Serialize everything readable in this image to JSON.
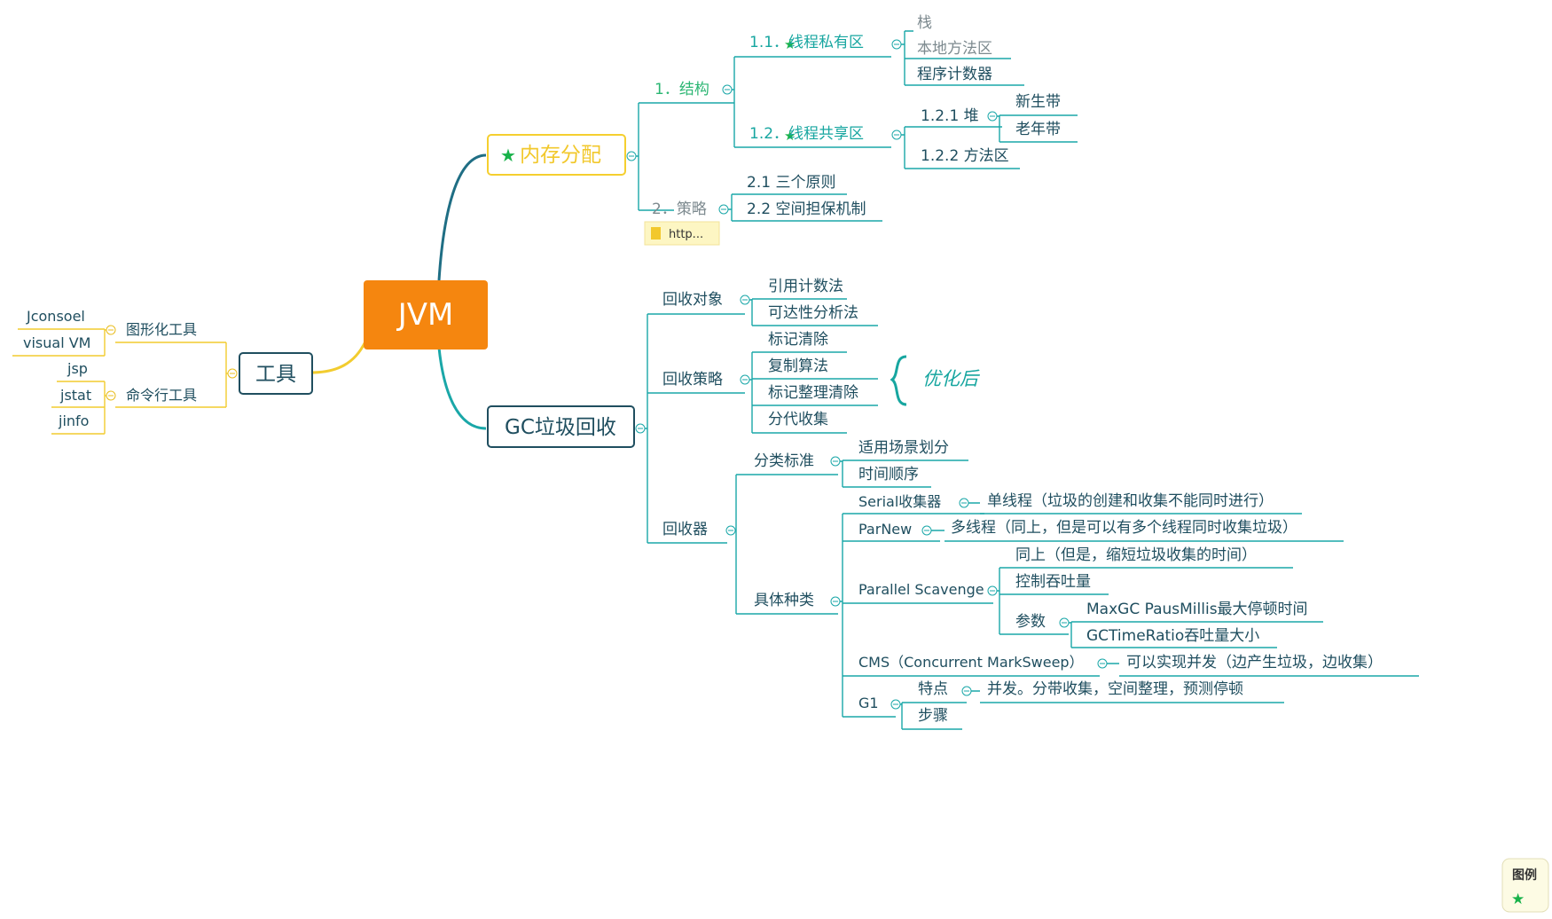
{
  "mindmap": {
    "root": "JVM",
    "memory": {
      "title": "内存分配",
      "structure": {
        "label": "1．结构",
        "private_area": {
          "label": "1.1．线程私有区",
          "items": [
            "栈",
            "本地方法区",
            "程序计数器"
          ]
        },
        "shared_area": {
          "label": "1.2．线程共享区",
          "heap": {
            "label": "1.2.1 堆",
            "items": [
              "新生带",
              "老年带"
            ]
          },
          "method_area": "1.2.2 方法区"
        }
      },
      "strategy": {
        "label": "2．策略",
        "items": [
          "2.1 三个原则",
          "2.2 空间担保机制"
        ],
        "link_label": "http..."
      }
    },
    "gc": {
      "title": "GC垃圾回收",
      "targets": {
        "label": "回收对象",
        "items": [
          "引用计数法",
          "可达性分析法"
        ]
      },
      "strategies": {
        "label": "回收策略",
        "items": [
          "标记清除",
          "复制算法",
          "标记整理清除",
          "分代收集"
        ],
        "boundary_label": "优化后"
      },
      "collectors": {
        "label": "回收器",
        "classification": {
          "label": "分类标准",
          "items": [
            "适用场景划分",
            "时间顺序"
          ]
        },
        "kinds": {
          "label": "具体种类",
          "serial": {
            "name": "Serial收集器",
            "desc": "单线程（垃圾的创建和收集不能同时进行）"
          },
          "parnew": {
            "name": "ParNew",
            "desc": "多线程（同上，但是可以有多个线程同时收集垃圾）"
          },
          "parallel": {
            "name": "Parallel Scavenge",
            "same": "同上（但是，缩短垃圾收集的时间）",
            "throughput": "控制吞吐量",
            "params": {
              "label": "参数",
              "items": [
                "MaxGC PausMillis最大停顿时间",
                "GCTimeRatio吞吐量大小"
              ]
            }
          },
          "cms": {
            "name": "CMS（Concurrent MarkSweep）",
            "desc": "可以实现并发（边产生垃圾，边收集）"
          },
          "g1": {
            "name": "G1",
            "features": {
              "label": "特点",
              "desc": "并发。分带收集，空间整理，预测停顿"
            },
            "steps": "步骤"
          }
        }
      }
    },
    "tools": {
      "title": "工具",
      "gui": {
        "label": "图形化工具",
        "items": [
          "Jconsoel",
          "visual VM"
        ]
      },
      "cli": {
        "label": "命令行工具",
        "items": [
          "jsp",
          "jstat",
          "jinfo"
        ]
      }
    }
  },
  "legend": {
    "title": "图例",
    "star_label": "★"
  },
  "colors": {
    "root": "#f5860f",
    "memory_border": "#f5cf2f",
    "memory_text": "#f2c82c",
    "tools_border": "#1f4e5f",
    "gc_border": "#1f4e5f",
    "teal": "#1aa7a8",
    "green": "#2bb673",
    "dark": "#1f4e5f",
    "gray": "#7d8a8f"
  }
}
